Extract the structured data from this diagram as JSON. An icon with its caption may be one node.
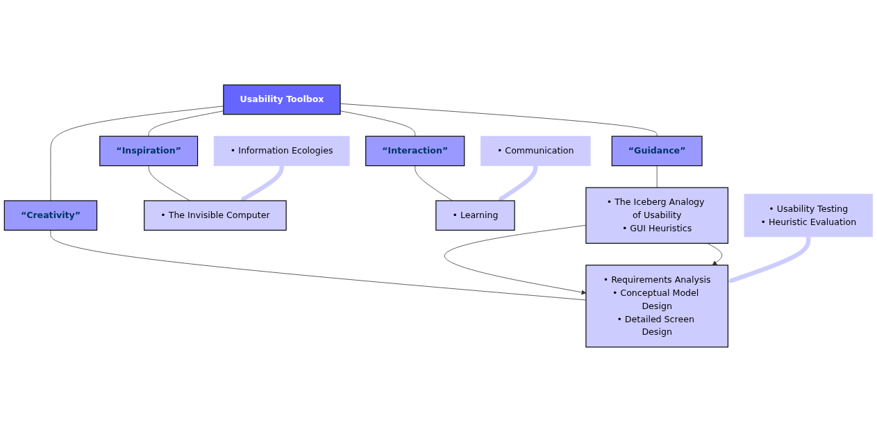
{
  "diagram": {
    "nodes": [
      {
        "text": [
          "Usability Toolbox"
        ]
      },
      {
        "text": [
          "“Inspiration”"
        ]
      },
      {
        "text": [
          "“Interaction”"
        ]
      },
      {
        "text": [
          "“Creativity”"
        ]
      },
      {
        "text": [
          "“Guidance”"
        ]
      },
      {
        "text": [
          "• The Invisible Computer"
        ]
      },
      {
        "text": [
          "• Learning"
        ]
      },
      {
        "text": [
          "• Requirements Analysis",
          "• Conceptual Model Design",
          "• Detailed Screen Design"
        ]
      },
      {
        "text": [
          "• The Iceberg Analogy of Usability",
          "• GUI Heuristics"
        ]
      },
      {
        "text": [
          "• Information Ecologies"
        ]
      },
      {
        "text": [
          "• Communication"
        ]
      },
      {
        "text": [
          "• Usability Testing",
          "• Heuristic Evaluation"
        ]
      }
    ],
    "edges": [
      {
        "from": 0,
        "to": 1,
        "arrow": "none"
      },
      {
        "from": 0,
        "to": 2,
        "arrow": "none"
      },
      {
        "from": 0,
        "to": 3,
        "arrow": "none"
      },
      {
        "from": 0,
        "to": 4,
        "arrow": "none"
      },
      {
        "from": 1,
        "to": 5,
        "arrow": "none"
      },
      {
        "from": 2,
        "to": 6,
        "arrow": "none"
      },
      {
        "from": 3,
        "to": 7,
        "arrow": "none"
      },
      {
        "from": 4,
        "to": 8,
        "arrow": "none"
      },
      {
        "from": 8,
        "to": 7,
        "arrow": "to"
      },
      {
        "from": 8,
        "to": 7,
        "arrow": "to"
      },
      {
        "from": 9,
        "to": 5,
        "arrow": "to",
        "style": "thick",
        "color": "#ccccff"
      },
      {
        "from": 10,
        "to": 6,
        "arrow": "to",
        "style": "thick",
        "color": "#ccccff"
      },
      {
        "from": 11,
        "to": 7,
        "arrow": "to",
        "style": "thick",
        "color": "#ccccff"
      }
    ]
  }
}
